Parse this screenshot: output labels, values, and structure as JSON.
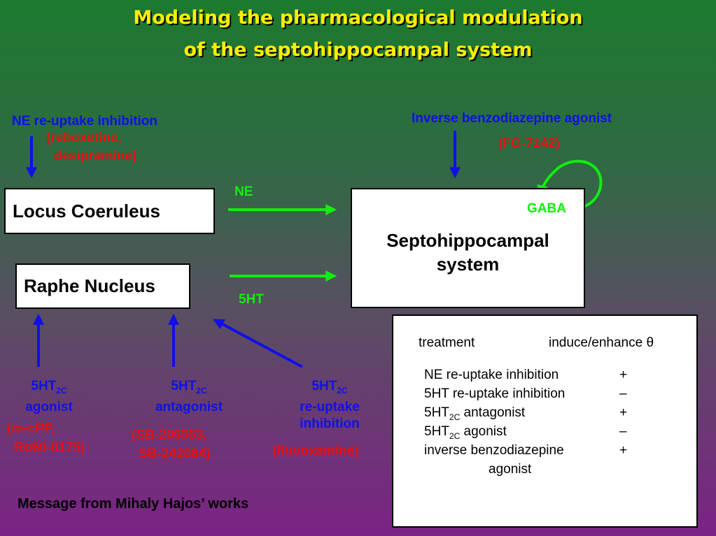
{
  "title": {
    "line1": "Modeling the pharmacological modulation",
    "line2": "of the septohippocampal system"
  },
  "left_top": {
    "label": "NE re-uptake inhibition",
    "drugs1": "(reboxetine,",
    "drugs2": "desipramine)"
  },
  "right_top": {
    "label": "Inverse benzodiazepine agonist",
    "drug": "(FG-7142)"
  },
  "boxes": {
    "locus": "Locus Coeruleus",
    "raphe": "Raphe Nucleus",
    "septo1": "Septohippocampal",
    "septo2": "system",
    "gaba": "GABA"
  },
  "pathways": {
    "ne": "NE",
    "ht": "5HT"
  },
  "bottom": {
    "agonist": {
      "l1": "5HT",
      "sub": "2C",
      "l2": "agonist",
      "d1": "(m-cPP,",
      "d2": "Ro60-0175)"
    },
    "antagonist": {
      "l1": "5HT",
      "sub": "2C",
      "l2": "antagonist",
      "d1": "(SB-206553,",
      "d2": "SB-242084)"
    },
    "reuptake": {
      "l1": "5HT",
      "sub": "2C",
      "l2": "re-uptake",
      "l3": "inhibition",
      "d1": "(fluvoxamine)"
    }
  },
  "table": {
    "header_treatment": "treatment",
    "header_effect": "induce/enhance θ",
    "rows": [
      {
        "name": "NE re-uptake inhibition",
        "sign": "+"
      },
      {
        "name": "5HT re-uptake inhibition",
        "sign": "–"
      },
      {
        "name_pre": "5HT",
        "name_sub": "2C",
        "name_post": " antagonist",
        "sign": "+"
      },
      {
        "name_pre": "5HT",
        "name_sub": "2C",
        "name_post": " agonist",
        "sign": "–"
      },
      {
        "name": "inverse benzodiazepine",
        "sign": "+"
      }
    ],
    "row5_cont": "agonist"
  },
  "message": "Message from Mihaly Hajos’ works"
}
